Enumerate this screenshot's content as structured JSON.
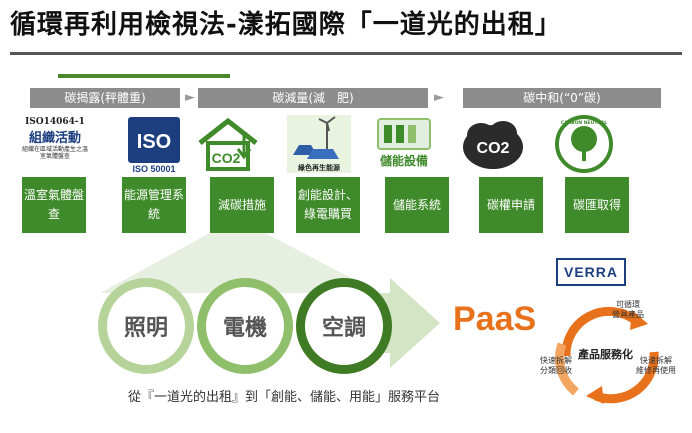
{
  "title": "循環再利用檢視法-漾拓國際「一道光的出租」",
  "phases": [
    {
      "label": "碳揭露(秤體重)"
    },
    {
      "label": "碳減量(減　肥)"
    },
    {
      "label": "碳中和(“0”碳)"
    }
  ],
  "iso_badge": {
    "code": "ISO14064-1",
    "name": "組織活動",
    "desc": "組織在區域活動產生之溫室氣體盤查"
  },
  "iso_logo": {
    "text": "ISO",
    "number": "ISO 50001"
  },
  "solar_caption": "綠色再生能源",
  "battery_label": "儲能設備",
  "co2_label": "CO2",
  "carbon_neutral_label": "CARBON NEUTRAL",
  "steps": [
    {
      "label": "溫室氣體盤查"
    },
    {
      "label": "能源管理系統"
    },
    {
      "label": "減碳措施"
    },
    {
      "label": "創能設計、綠電購買"
    },
    {
      "label": "儲能系統"
    },
    {
      "label": "碳權申請"
    },
    {
      "label": "碳匯取得"
    }
  ],
  "circles": [
    {
      "label": "照明"
    },
    {
      "label": "電機"
    },
    {
      "label": "空調"
    }
  ],
  "paas": "PaaS",
  "verra": "VERRA",
  "cycle": {
    "center": "產品服務化",
    "top": "可循環\n營具產品",
    "left": "快速拆解\n分類回收",
    "right": "快速拆解\n維修再使用"
  },
  "caption": "從『一道光的出租』到「創能、儲能、用能」服務平台",
  "colors": {
    "green": "#3f8a2a",
    "gray": "#8c8c8c",
    "orange": "#e8721c",
    "blue": "#1d3f80"
  }
}
